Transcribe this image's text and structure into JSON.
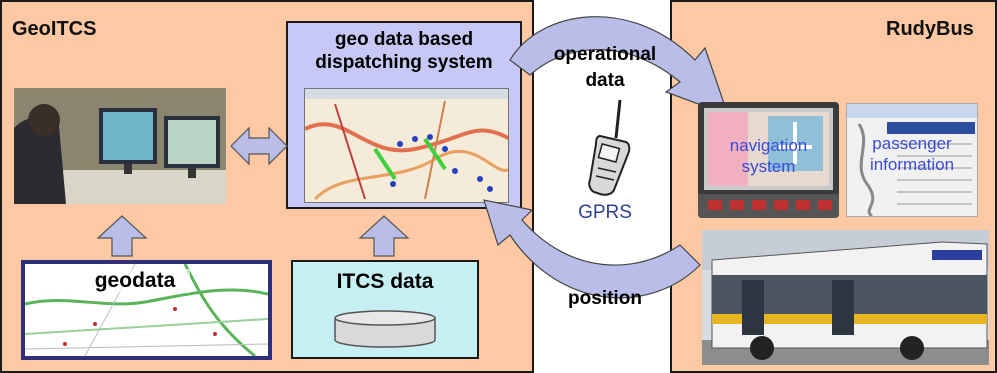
{
  "left_panel": {
    "title": "GeoITCS"
  },
  "right_panel": {
    "title": "RudyBus"
  },
  "dispatch_box": {
    "title_line1": "geo data based",
    "title_line2": "dispatching system"
  },
  "geodata_box": {
    "title": "geodata"
  },
  "itcs_box": {
    "title": "ITCS data"
  },
  "middle": {
    "operational_line1": "operational",
    "operational_line2": "data",
    "gprs": "GPRS",
    "position": "position"
  },
  "navigation": {
    "line1": "navigation",
    "line2": "system"
  },
  "passenger": {
    "line1": "passenger",
    "line2": "information"
  },
  "colors": {
    "panel": "#fcc9a4",
    "arrow_fill": "#b9bde8",
    "dispatch_bg": "#c8c8f6",
    "itcs_bg": "#c7f0f5",
    "gprs_text": "#2f3f8f",
    "overlay_text": "#3a4bd8"
  },
  "icons": [
    "phone-icon",
    "database-icon"
  ]
}
